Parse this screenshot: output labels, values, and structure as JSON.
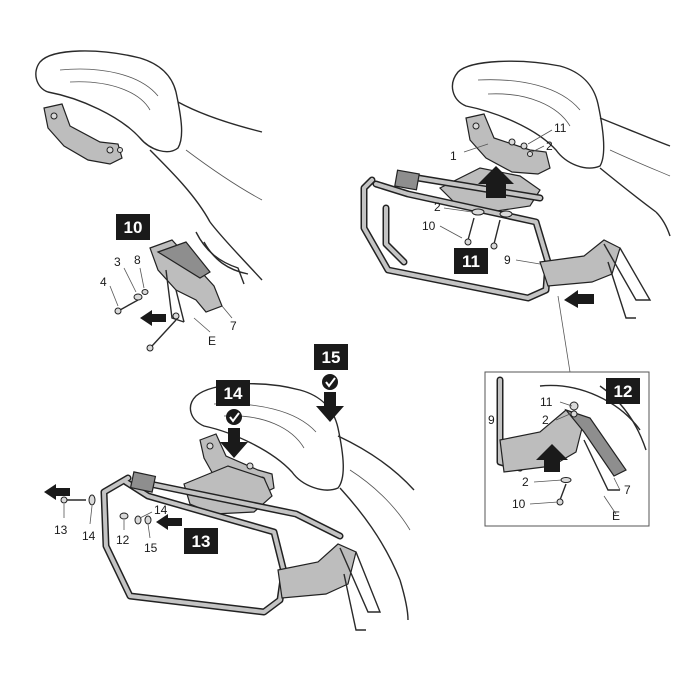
{
  "steps": [
    {
      "number": "10"
    },
    {
      "number": "11"
    },
    {
      "number": "12"
    },
    {
      "number": "13"
    },
    {
      "number": "14"
    },
    {
      "number": "15"
    }
  ],
  "labels": {
    "p10_3": "3",
    "p10_8": "8",
    "p10_4": "4",
    "p10_E": "E",
    "p10_7": "7",
    "p11_11": "11",
    "p11_1": "1",
    "p11_2a": "2",
    "p11_2b": "2",
    "p11_10": "10",
    "p11_9": "9",
    "p12_11": "11",
    "p12_9": "9",
    "p12_2a": "2",
    "p12_2b": "2",
    "p12_10": "10",
    "p12_7": "7",
    "p12_E": "E",
    "p13_14a": "14",
    "p13_13": "13",
    "p13_14b": "14",
    "p13_12": "12",
    "p13_15": "15"
  }
}
